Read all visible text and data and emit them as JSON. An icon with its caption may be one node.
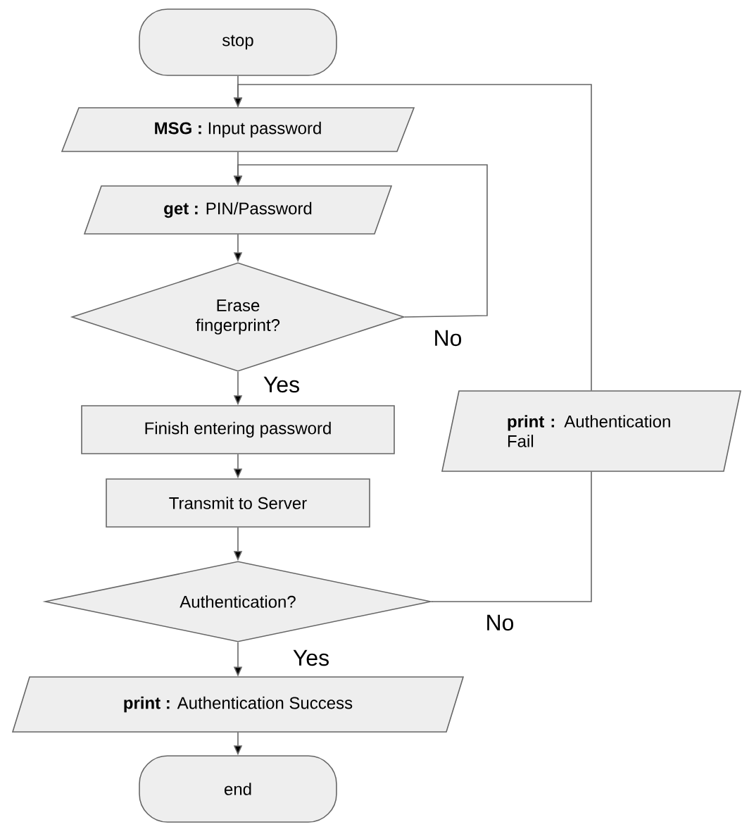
{
  "diagram": {
    "nodes": [
      {
        "text": [
          "stop"
        ]
      },
      {
        "text": [
          "**MSG :** Input password"
        ]
      },
      {
        "text": [
          "**get :** PIN/Password"
        ]
      },
      {
        "text": [
          "Erase fingerprint?"
        ]
      },
      {
        "text": [
          "Finish entering password"
        ]
      },
      {
        "text": [
          "Transmit to Server"
        ]
      },
      {
        "text": [
          "Authentication?"
        ]
      },
      {
        "text": [
          "**print :** Authentication Success"
        ]
      },
      {
        "text": [
          "end"
        ]
      },
      {
        "text": [
          "**print :** Authentication Fail"
        ]
      }
    ],
    "edges": [
      {
        "from": 0,
        "to": 1,
        "arrow": "to"
      },
      {
        "from": 1,
        "to": 2,
        "arrow": "to"
      },
      {
        "from": 2,
        "to": 3,
        "arrow": "to"
      },
      {
        "from": 3,
        "to": 4,
        "arrow": "to",
        "label": "Yes"
      },
      {
        "from": 3,
        "to": 2,
        "arrow": "to",
        "label": "No"
      },
      {
        "from": 4,
        "to": 5,
        "arrow": "to"
      },
      {
        "from": 5,
        "to": 6,
        "arrow": "to"
      },
      {
        "from": 6,
        "to": 7,
        "arrow": "to",
        "label": "Yes"
      },
      {
        "from": 6,
        "to": 9,
        "arrow": "none",
        "label": "No"
      },
      {
        "from": 9,
        "to": 1,
        "arrow": "to"
      },
      {
        "from": 7,
        "to": 8,
        "arrow": "to"
      }
    ]
  }
}
